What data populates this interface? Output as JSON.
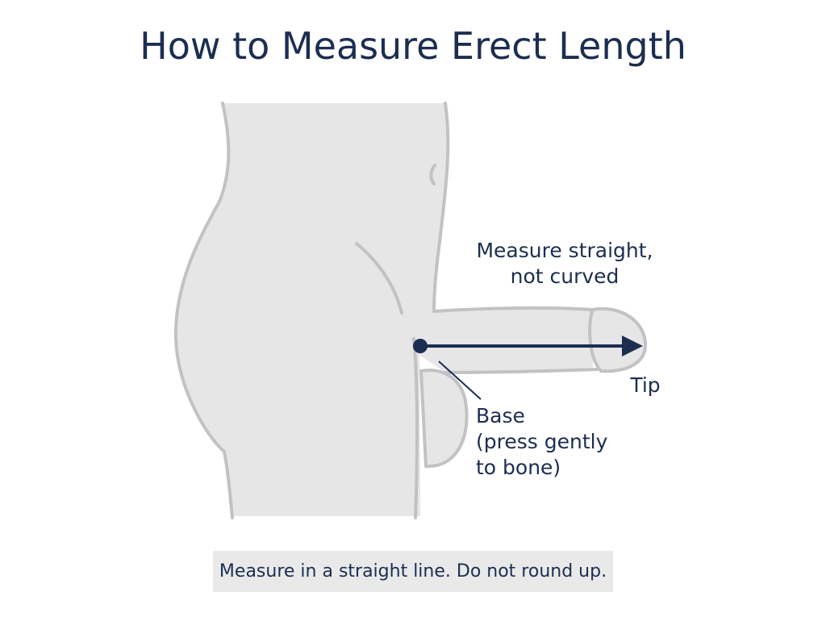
{
  "title": "How to Measure Erect Length",
  "labels": {
    "straight_line1": "Measure straight,",
    "straight_line2": "not curved",
    "tip": "Tip",
    "base_line1": "Base",
    "base_line2": "(press gently",
    "base_line3": "to bone)"
  },
  "note": "Measure in a straight line. Do not round up.",
  "colors": {
    "navy": "#1c2e50",
    "body_fill": "#e6e6e7",
    "outline": "#c2c2c4",
    "note_bg": "#e9e9ea"
  }
}
